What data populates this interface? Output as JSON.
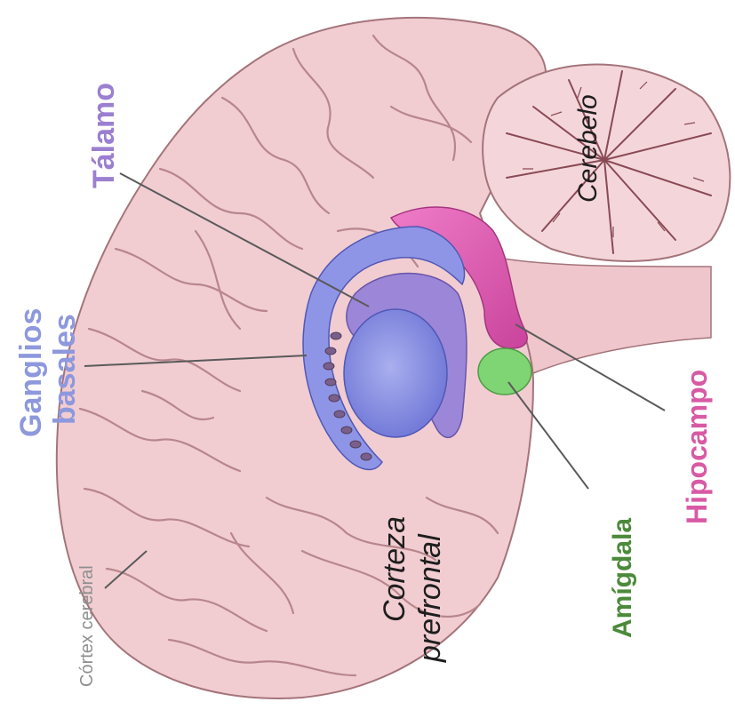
{
  "labels": {
    "talamo": "Tálamo",
    "ganglios_line1": "Ganglios",
    "ganglios_line2": "basales",
    "cortex": "Córtex cerebral",
    "cerebelo": "Cerebelo",
    "corteza_line1": "Corteza",
    "corteza_line2": "prefrontal",
    "amigdala": "Amígdala",
    "hipocampo": "Hipocampo"
  },
  "colors": {
    "brain_fill": "#f1cdd2",
    "brain_fold": "#b8868d",
    "brain_outline": "#a4747b",
    "cerebellum_fill": "#f4d6da",
    "basal_ganglia": "#8f95e6",
    "thalamus": "#9b86d8",
    "hippocampus": "#e061b3",
    "amygdala": "#7fd474",
    "talamo_label": "#9b7fd0",
    "ganglios_label": "#8d98dd",
    "hipocampo_label": "#d85aa4",
    "amigdala_label": "#4b8a3a",
    "cortex_label": "#8e8e8e",
    "dark_label": "#1e1e1e"
  }
}
